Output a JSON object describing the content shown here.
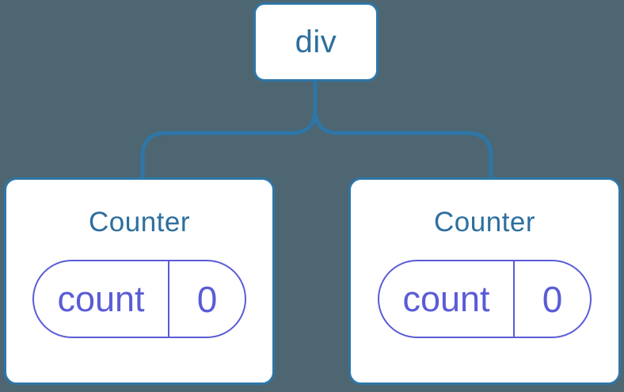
{
  "diagram": {
    "root": {
      "label": "div"
    },
    "children": [
      {
        "title": "Counter",
        "state": {
          "key": "count",
          "value": "0"
        }
      },
      {
        "title": "Counter",
        "state": {
          "key": "count",
          "value": "0"
        }
      }
    ]
  },
  "colors": {
    "background": "#4d6671",
    "connector": "#2e76a8",
    "node_border": "#2e76a8",
    "node_background": "#ffffff",
    "node_text": "#2d6f9e",
    "state": "#5a5cd6"
  }
}
